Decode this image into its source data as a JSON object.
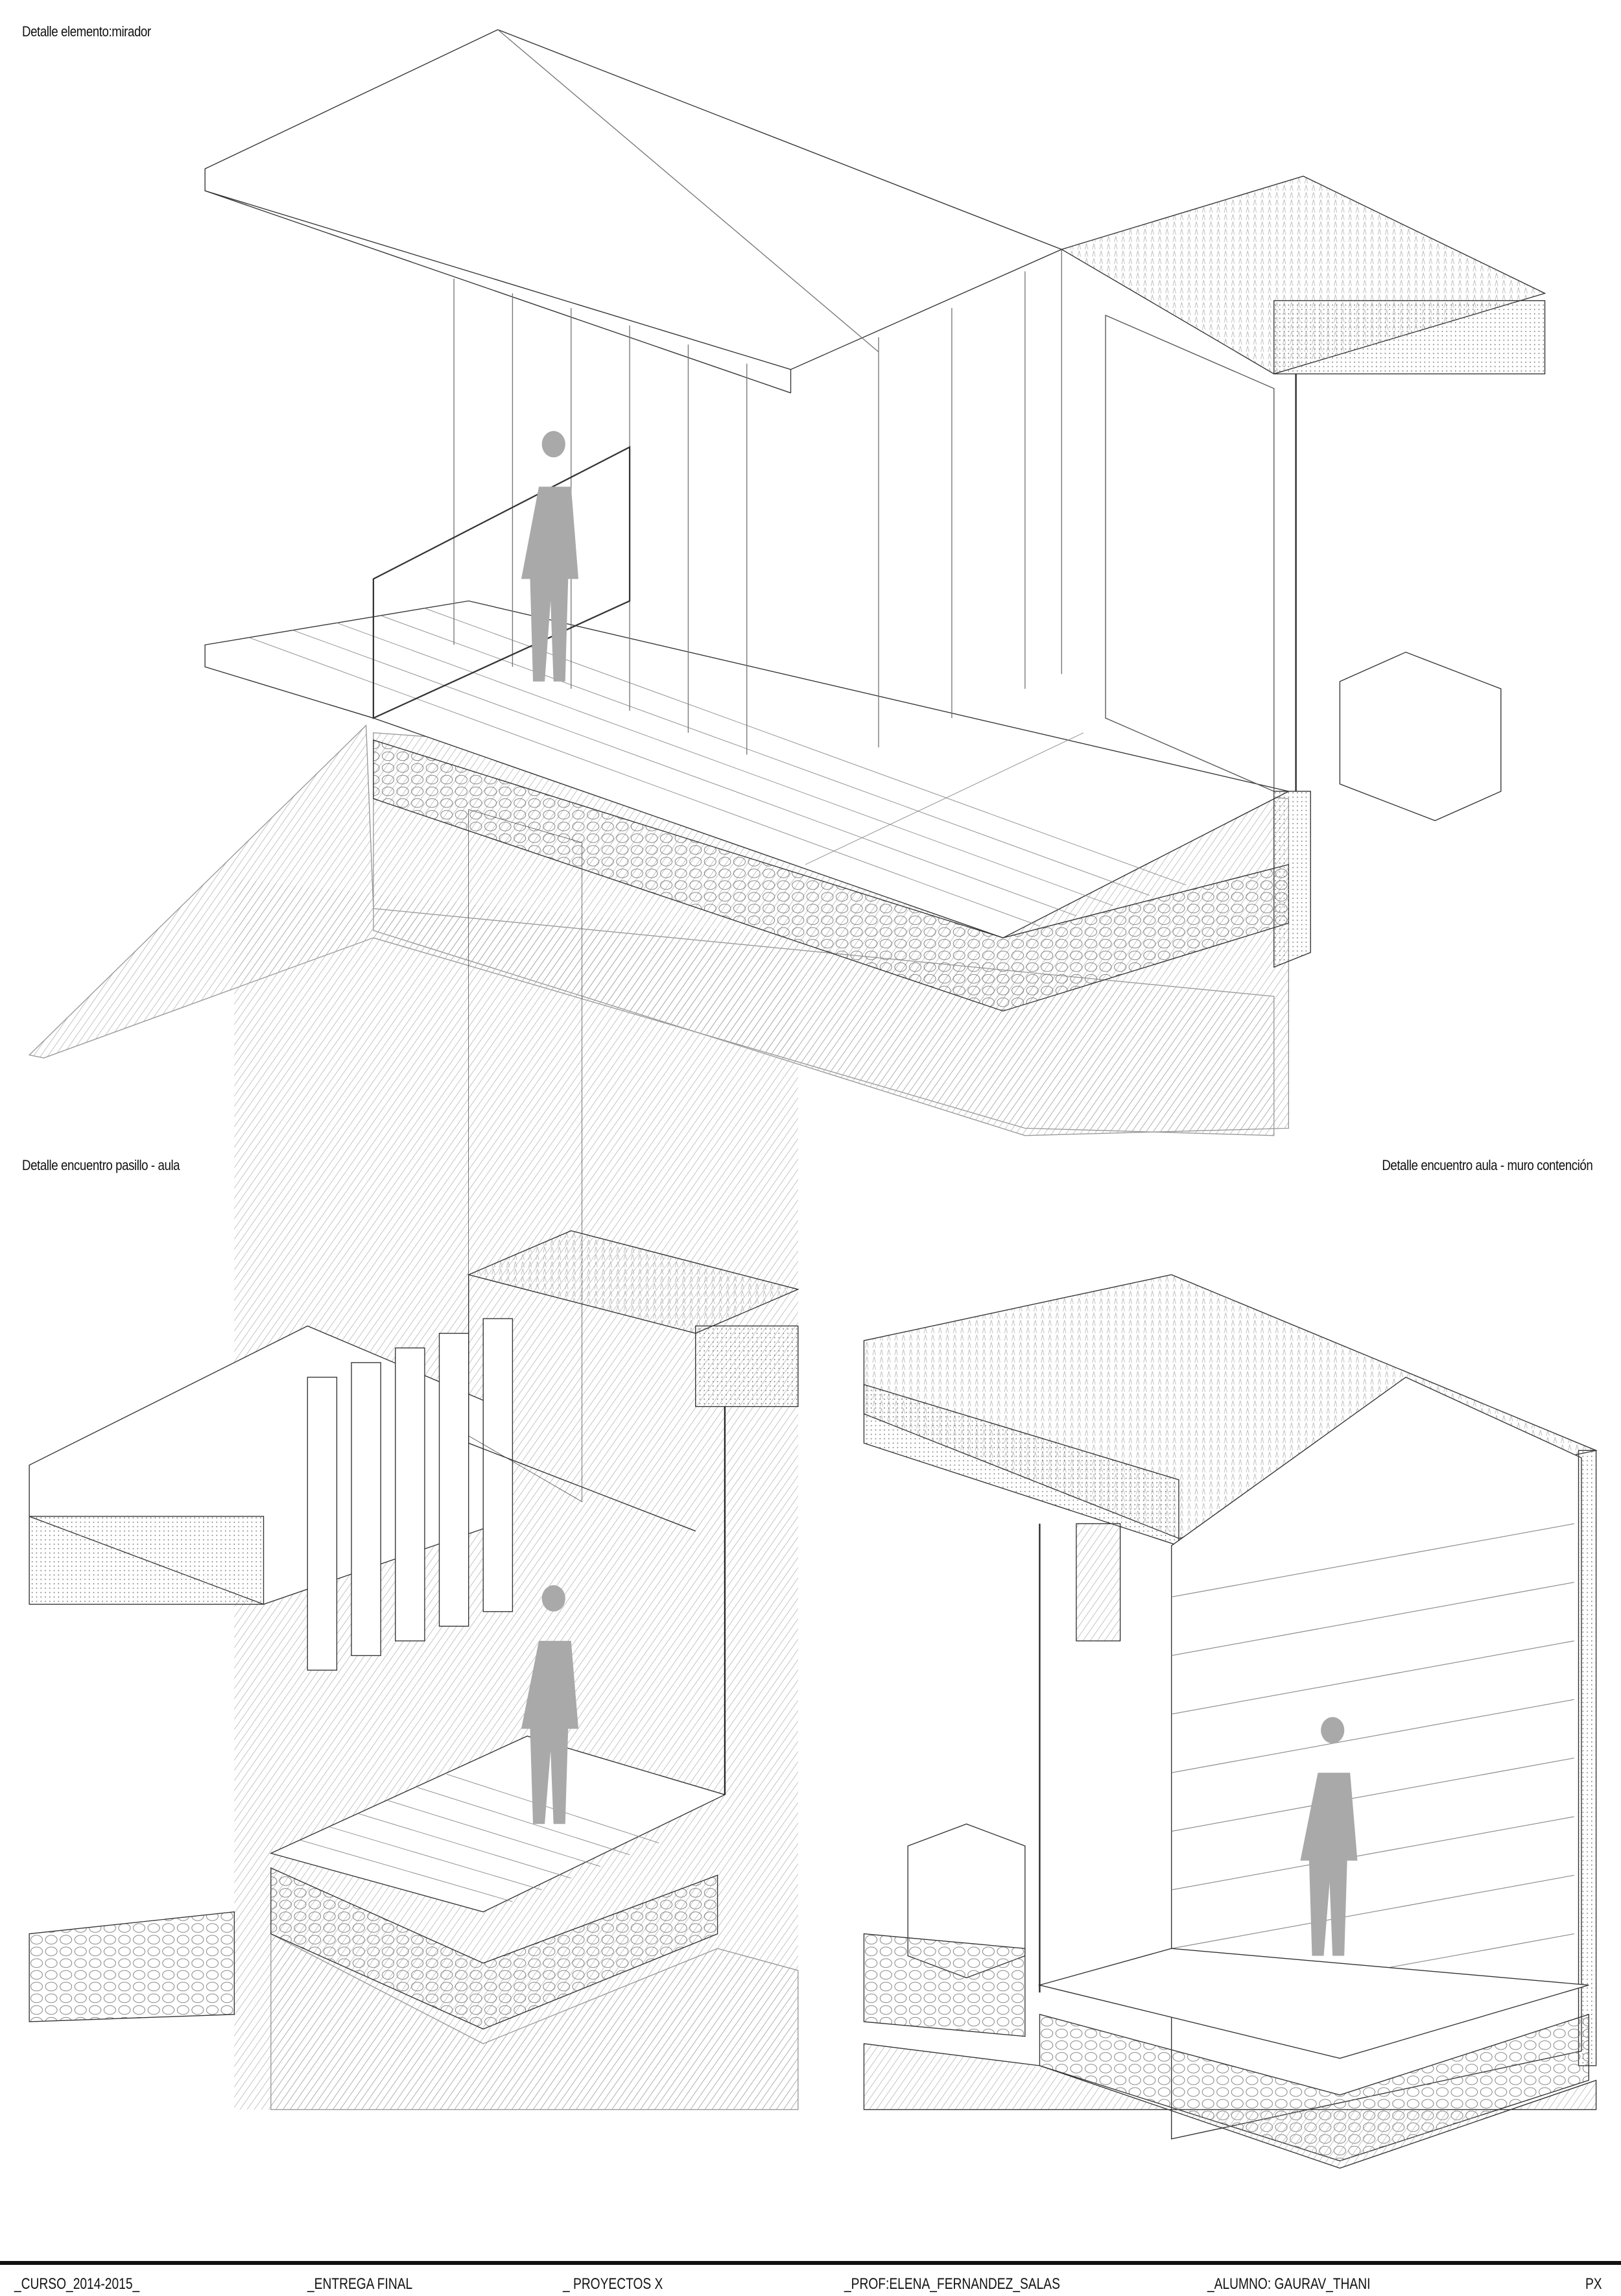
{
  "titles": {
    "top": "Detalle elemento:mirador",
    "bottom_left": "Detalle encuentro pasillo - aula",
    "bottom_right": "Detalle encuentro aula - muro contención"
  },
  "footer": {
    "curso": "_CURSO_2014-2015_",
    "entrega": "_ENTREGA  FINAL",
    "proyectos": "_ PROYECTOS X",
    "profesor": "_PROF:ELENA_FERNANDEZ_SALAS",
    "alumno": "_ALUMNO:  GAURAV_THANI",
    "code": "PX"
  },
  "colors": {
    "line": "#333333",
    "hatch": "#bdbdbd",
    "figure": "#a9a9a9",
    "rule": "#111111"
  }
}
